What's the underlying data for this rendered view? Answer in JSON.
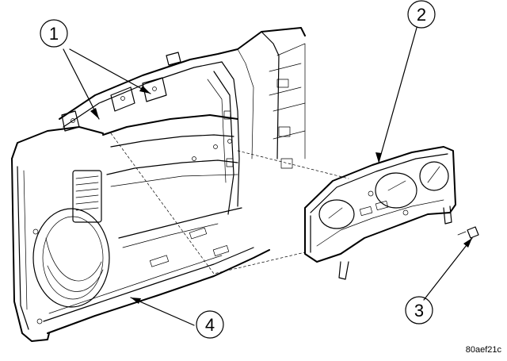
{
  "callouts": [
    {
      "number": "1"
    },
    {
      "number": "2"
    },
    {
      "number": "3"
    },
    {
      "number": "4"
    }
  ],
  "reference_code": "80aef21c",
  "colors": {
    "line": "#000000",
    "background": "#ffffff"
  }
}
